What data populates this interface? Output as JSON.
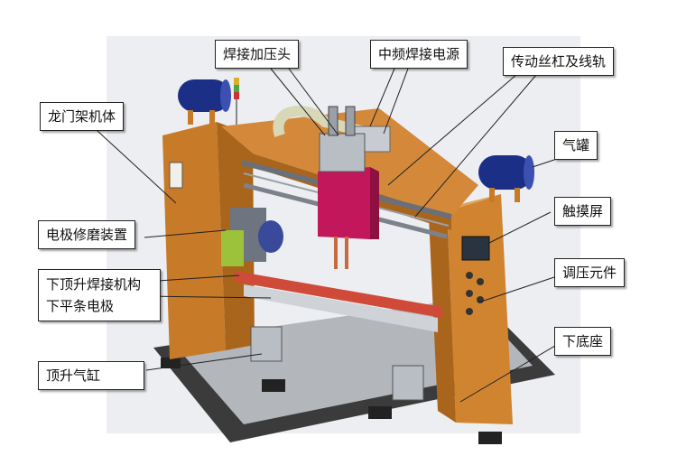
{
  "colors": {
    "frame": "#d9892f",
    "frame_dark": "#b86b1f",
    "magenta": "#c2185b",
    "tank_blue": "#1c2f86",
    "base_dark": "#3a3a3a",
    "bed_grey": "#a9adb3",
    "electrode_red": "#d04a3a",
    "green_part": "#9bc23a",
    "background_grey": "#e8eaee"
  },
  "labels": {
    "weld_head": "焊接加压头",
    "mid_freq_power": "中频焊接电源",
    "screw_rail": "传动丝杠及线轨",
    "gantry_body": "龙门架机体",
    "gas_tank": "气罐",
    "touch_screen": "触摸屏",
    "electrode_dresser": "电极修磨装置",
    "pressure_element": "调压元件",
    "lower_electrode": "下顶升焊接机构下平条电极",
    "base": "下底座",
    "lift_cylinder": "顶升气缸"
  },
  "icons": [
    "gas-tank-icon",
    "signal-tower-icon",
    "touch-screen-icon",
    "cable-chain-icon"
  ]
}
